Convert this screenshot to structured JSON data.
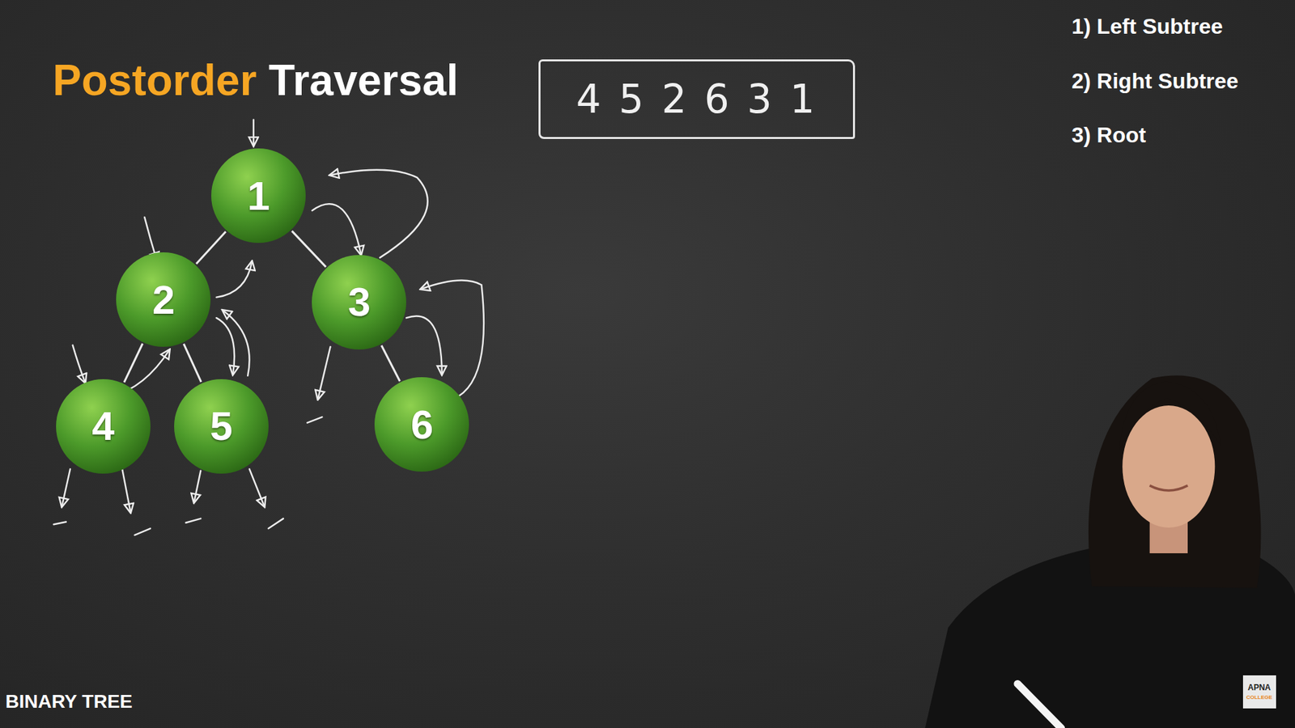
{
  "diagram": {
    "title": "Postorder Traversal",
    "nodes": [
      {
        "text": [
          "1"
        ]
      },
      {
        "text": [
          "2"
        ]
      },
      {
        "text": [
          "3"
        ]
      },
      {
        "text": [
          "4"
        ]
      },
      {
        "text": [
          "5"
        ]
      },
      {
        "text": [
          "6"
        ]
      },
      {
        "text": [
          "4 5 2 6 3 1"
        ]
      }
    ],
    "edges": [
      {
        "from": 0,
        "to": 1,
        "arrow": "none"
      },
      {
        "from": 0,
        "to": 2,
        "arrow": "none"
      },
      {
        "from": 1,
        "to": 3,
        "arrow": "none"
      },
      {
        "from": 1,
        "to": 4,
        "arrow": "none"
      },
      {
        "from": 2,
        "to": 5,
        "arrow": "none"
      }
    ],
    "labels": [
      "1) Left Subtree",
      "2) Right Subtree",
      "3) Root",
      "BINARY TREE",
      "APNA",
      "COLLEGE"
    ]
  }
}
